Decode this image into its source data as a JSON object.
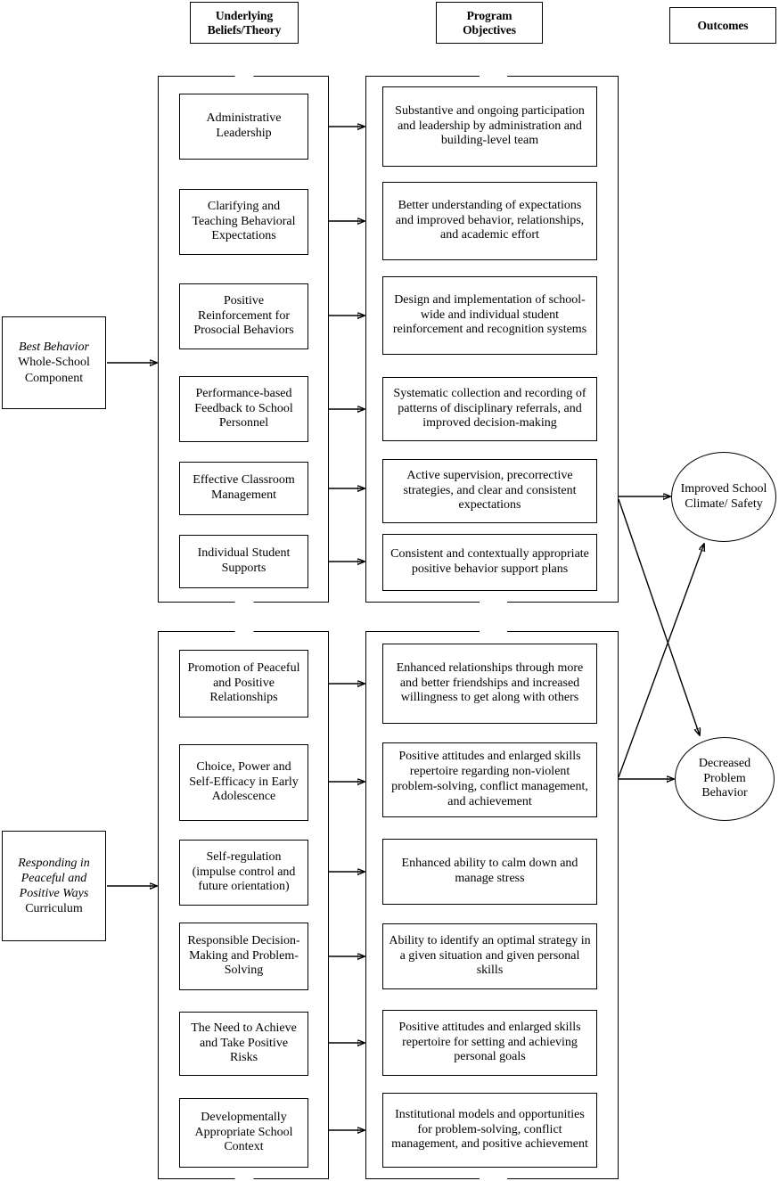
{
  "headers": [
    {
      "id": "underlying-beliefs",
      "line1": "Underlying",
      "line2": "Beliefs/Theory"
    },
    {
      "id": "program-objectives",
      "line1": "Program",
      "line2": "Objectives"
    },
    {
      "id": "outcomes",
      "line1": "Outcomes",
      "line2": ""
    }
  ],
  "programs": [
    {
      "id": "best-behavior",
      "italic": "Best Behavior",
      "rest": "Whole-School Component"
    },
    {
      "id": "responding-peaceful-positive-ways",
      "italic": "Responding in Peaceful and Positive Ways",
      "rest": "Curriculum"
    }
  ],
  "groups": [
    {
      "id": "best-behavior-group",
      "beliefs": [
        "Administrative Leadership",
        "Clarifying and Teaching Behavioral Expectations",
        "Positive Reinforcement for Prosocial Behaviors",
        "Performance-based Feedback to School Personnel",
        "Effective Classroom Management",
        "Individual Student Supports"
      ],
      "objectives": [
        "Substantive and ongoing participation and leadership by administration and building-level team",
        "Better understanding of expectations and improved behavior, relationships, and academic effort",
        "Design and implementation of school-wide and individual student reinforcement and recognition systems",
        "Systematic collection and recording of patterns of disciplinary referrals, and improved decision-making",
        "Active supervision, precorrective strategies, and clear and consistent expectations",
        "Consistent and contextually appropriate positive behavior support plans"
      ]
    },
    {
      "id": "rippw-group",
      "beliefs": [
        "Promotion of Peaceful and Positive Relationships",
        "Choice, Power and Self-Efficacy in Early Adolescence",
        "Self-regulation (impulse control and future orientation)",
        "Responsible Decision-Making and Problem-Solving",
        "The Need to Achieve and Take Positive Risks",
        "Developmentally Appropriate School Context"
      ],
      "objectives": [
        "Enhanced relationships through more and better friendships and increased willingness to get along with others",
        "Positive attitudes and enlarged skills repertoire regarding non-violent problem-solving, conflict management, and achievement",
        "Enhanced ability to calm down and manage stress",
        "Ability to identify an optimal strategy in a given situation and given personal skills",
        "Positive attitudes and enlarged skills repertoire for setting and achieving personal goals",
        "Institutional models and opportunities for problem-solving, conflict management, and positive achievement"
      ]
    }
  ],
  "outcomes": [
    {
      "id": "improved-school-climate-safety",
      "label": "Improved School Climate/ Safety"
    },
    {
      "id": "decreased-problem-behavior",
      "label": "Decreased Problem Behavior"
    }
  ],
  "colors": {
    "stroke": "#000000",
    "background": "#ffffff"
  }
}
